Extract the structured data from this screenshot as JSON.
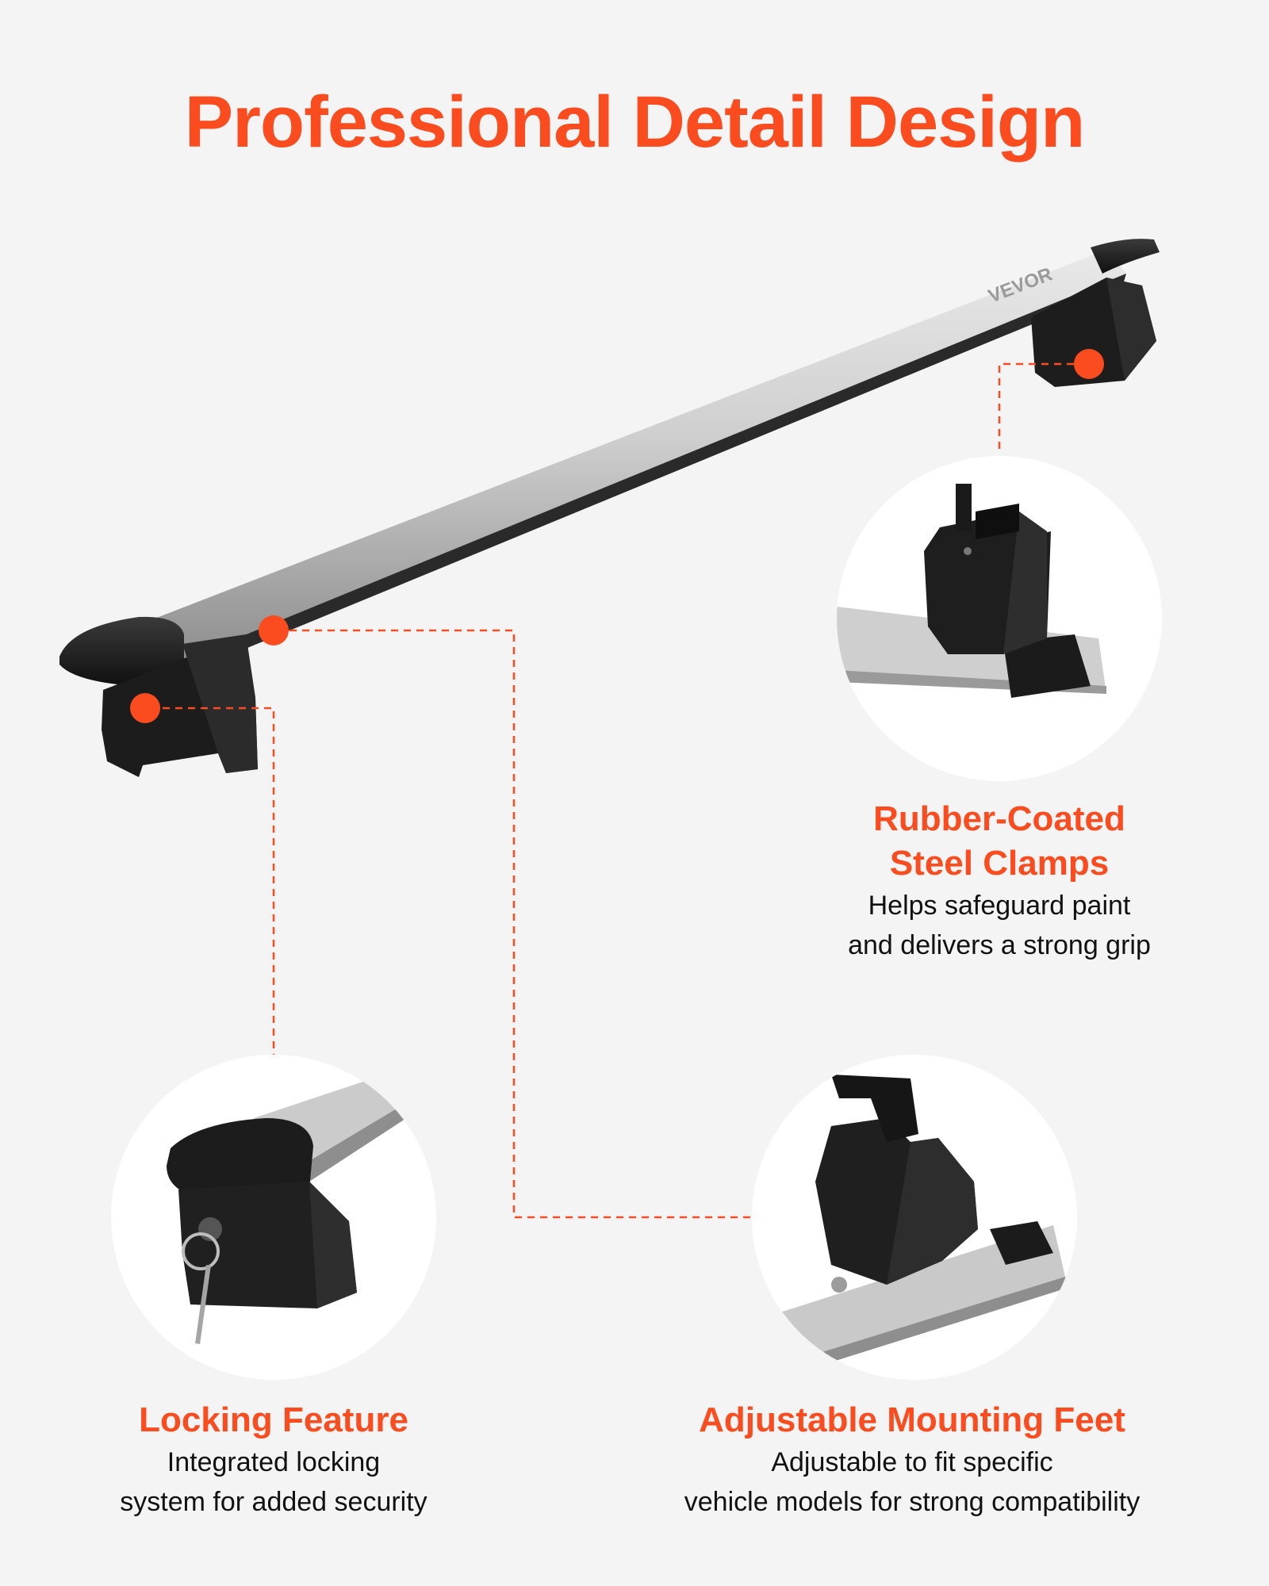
{
  "title": "Professional Detail Design",
  "brand_text": "VEVOR",
  "colors": {
    "accent": "#fb4c1f",
    "background": "#f4f4f4",
    "bar_silver": "#c9c9c9",
    "plastic_black": "#1b1b1b"
  },
  "features": [
    {
      "title_lines": [
        "Rubber-Coated",
        "Steel Clamps"
      ],
      "desc_lines": [
        "Helps safeguard paint",
        "and delivers a strong grip"
      ]
    },
    {
      "title_lines": [
        "Locking Feature"
      ],
      "desc_lines": [
        "Integrated locking",
        "system for added security"
      ]
    },
    {
      "title_lines": [
        "Adjustable Mounting Feet"
      ],
      "desc_lines": [
        "Adjustable to fit specific",
        "vehicle models for strong compatibility"
      ]
    }
  ]
}
